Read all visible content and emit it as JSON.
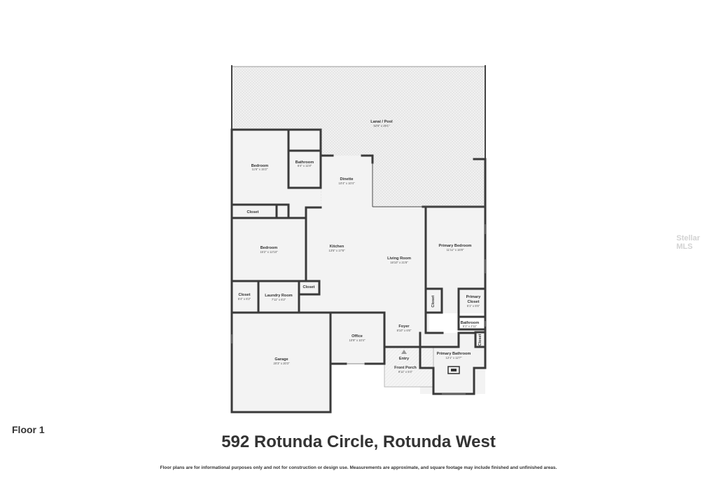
{
  "rooms": {
    "lanai": {
      "name": "Lanai / Pool",
      "dims": "52'6\" x 29'1\""
    },
    "bedroom1": {
      "name": "Bedroom",
      "dims": "11'6\" x 15'2\""
    },
    "bathroom1": {
      "name": "Bathroom",
      "dims": "6'4\" x 11'8\""
    },
    "dinette": {
      "name": "Dinette",
      "dims": "10'4\" x 10'4\""
    },
    "closet1": {
      "name": "Closet"
    },
    "bedroom2": {
      "name": "Bedroom",
      "dims": "15'2\" x 12'10\""
    },
    "kitchen": {
      "name": "Kitchen",
      "dims": "13'5\" x 17'8\""
    },
    "living": {
      "name": "Living Room",
      "dims": "16'10\" x 21'8\""
    },
    "primary_bedroom": {
      "name": "Primary Bedroom",
      "dims": "11'11\" x 16'8\""
    },
    "closet2": {
      "name": "Closet",
      "dims": "5'4\" x 6'2\""
    },
    "laundry": {
      "name": "Laundry Room",
      "dims": "7'11\" x 6'2\""
    },
    "closet3": {
      "name": "Closet"
    },
    "closet4": {
      "name": "Closet"
    },
    "primary_closet": {
      "name": "Primary Closet",
      "dims": "5'1\" x 5'5\""
    },
    "bathroom2": {
      "name": "Bathroom",
      "dims": "5'1\" x 2'11\""
    },
    "closet5": {
      "name": "Closet"
    },
    "foyer": {
      "name": "Foyer",
      "dims": "8'10\" x 6'6\""
    },
    "office": {
      "name": "Office",
      "dims": "10'9\" x 10'4\""
    },
    "garage": {
      "name": "Garage",
      "dims": "20'3\" x 20'3\""
    },
    "entry": {
      "name": "Entry"
    },
    "front_porch": {
      "name": "Front Porch",
      "dims": "9'11\" x 5'4\""
    },
    "primary_bathroom": {
      "name": "Primary Bathroom",
      "dims": "12'1\" x 12'7\""
    }
  },
  "floor_label": "Floor 1",
  "address": "592 Rotunda Circle, Rotunda West",
  "disclaimer": "Floor plans are for informational purposes only and not for construction or design use. Measurements are approximate, and square footage may include finished and unfinished areas.",
  "watermark": "Stellar MLS"
}
